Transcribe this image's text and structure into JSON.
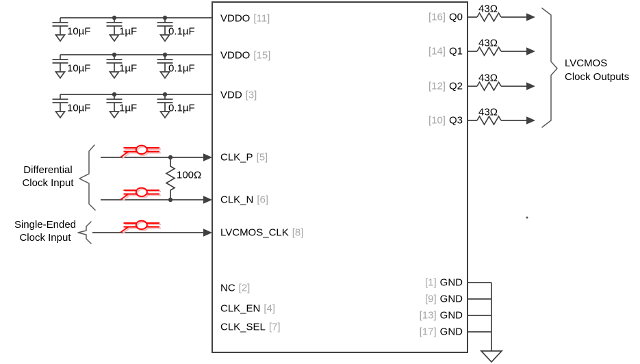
{
  "ic": {
    "left_pins": [
      {
        "name": "VDDO",
        "num": "[11]"
      },
      {
        "name": "VDDO",
        "num": "[15]"
      },
      {
        "name": "VDD",
        "num": "[3]"
      },
      {
        "name": "CLK_P",
        "num": "[5]"
      },
      {
        "name": "CLK_N",
        "num": "[6]"
      },
      {
        "name": "LVCMOS_CLK",
        "num": "[8]"
      },
      {
        "name": "NC",
        "num": "[2]"
      },
      {
        "name": "CLK_EN",
        "num": "[4]"
      },
      {
        "name": "CLK_SEL",
        "num": "[7]"
      }
    ],
    "output_pins": [
      {
        "num": "[16]",
        "name": "Q0",
        "series_resistor": "43Ω"
      },
      {
        "num": "[14]",
        "name": "Q1",
        "series_resistor": "43Ω"
      },
      {
        "num": "[12]",
        "name": "Q2",
        "series_resistor": "43Ω"
      },
      {
        "num": "[10]",
        "name": "Q3",
        "series_resistor": "43Ω"
      }
    ],
    "ground_pins": [
      {
        "num": "[1]",
        "name": "GND"
      },
      {
        "num": "[9]",
        "name": "GND"
      },
      {
        "num": "[13]",
        "name": "GND"
      },
      {
        "num": "[17]",
        "name": "GND"
      }
    ]
  },
  "decoupling_rows": [
    {
      "cap1": "10µF",
      "cap2": "1µF",
      "cap3": "0.1µF"
    },
    {
      "cap1": "10µF",
      "cap2": "1µF",
      "cap3": "0.1µF"
    },
    {
      "cap1": "10µF",
      "cap2": "1µF",
      "cap3": "0.1µF"
    }
  ],
  "termination_resistor": "100Ω",
  "labels": {
    "differential_input": {
      "line1": "Differential",
      "line2": "Clock Input"
    },
    "single_ended_input": {
      "line1": "Single-Ended",
      "line2": "Clock Input"
    },
    "clock_outputs": {
      "line1": "LVCMOS",
      "line2": "Clock Outputs"
    }
  },
  "colors": {
    "wire": "#404040",
    "brace": "#595959",
    "pin_number": "#a6a6a6",
    "text": "#000000",
    "clock_source": "#ff0000"
  }
}
